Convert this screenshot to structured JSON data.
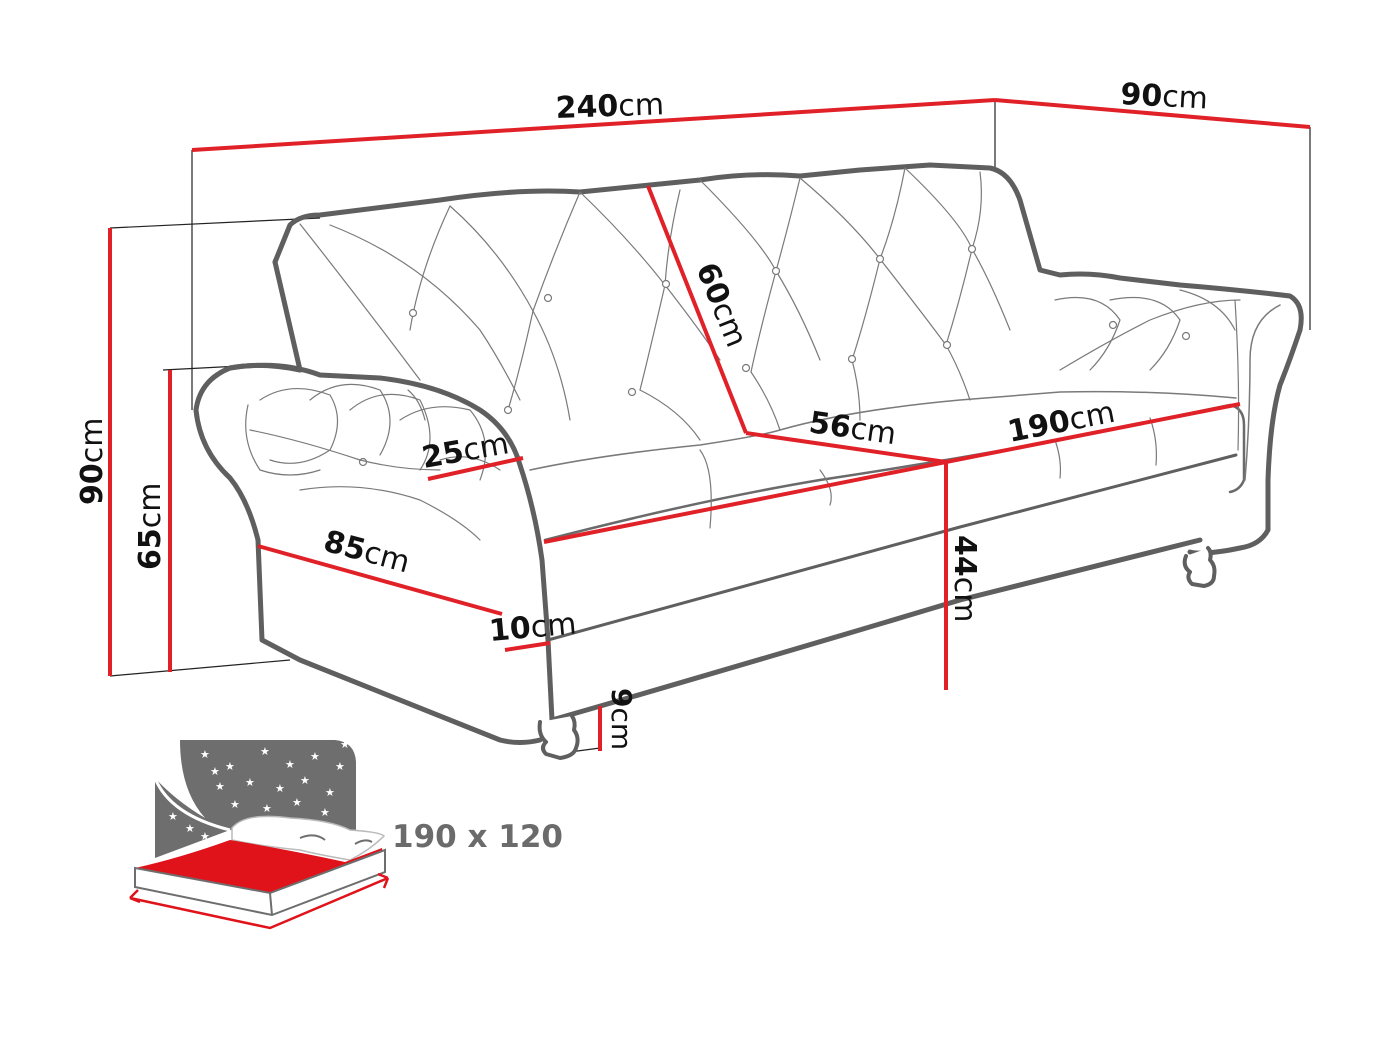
{
  "title": "Sofa bed dimension diagram",
  "colors": {
    "dimension_line": "#e02128",
    "outline": "#5f5f5f",
    "detail_line": "#7a7a7a",
    "helper_line": "#222222",
    "text": "#111111",
    "bed_icon_gray": "#6e6e6e",
    "bed_icon_red": "#e0121a"
  },
  "dimensions": {
    "total_width": {
      "value": "240",
      "unit": "cm"
    },
    "total_depth": {
      "value": "90",
      "unit": "cm"
    },
    "total_height": {
      "value": "90",
      "unit": "cm"
    },
    "armrest_height": {
      "value": "65",
      "unit": "cm"
    },
    "backrest_height": {
      "value": "60",
      "unit": "cm"
    },
    "seat_depth": {
      "value": "56",
      "unit": "cm"
    },
    "seat_width": {
      "value": "190",
      "unit": "cm"
    },
    "armrest_width": {
      "value": "25",
      "unit": "cm"
    },
    "armrest_depth": {
      "value": "85",
      "unit": "cm"
    },
    "armrest_front": {
      "value": "10",
      "unit": "cm"
    },
    "seat_height": {
      "value": "44",
      "unit": "cm"
    },
    "leg_height": {
      "value": "9",
      "unit": "cm"
    }
  },
  "sleeping_area": {
    "label": "190 x 120",
    "icon": "bed-with-night-sky-icon"
  }
}
